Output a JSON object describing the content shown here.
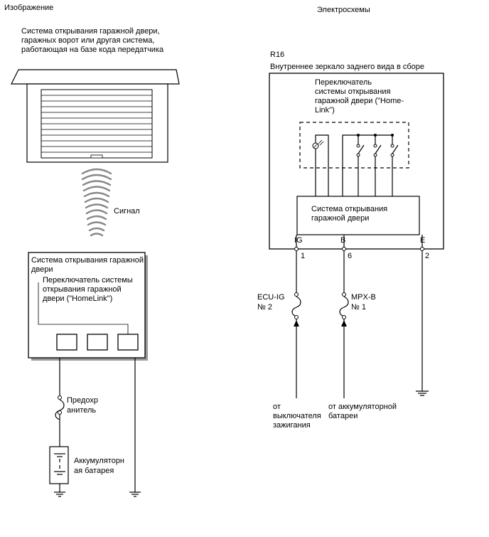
{
  "left_panel": {
    "section_title": "Изображение",
    "description_lines": [
      "Система открывания гаражной двери,",
      "гаражных ворот или другая система,",
      "работающая на базе кода передатчика"
    ],
    "signal_label": "Сигнал",
    "module_title_lines": [
      "Система открывания гаражной",
      "двери"
    ],
    "switch_label_lines": [
      "Переключатель системы",
      "открывания гаражной",
      "двери (\"HomeLink\")"
    ],
    "fuse_label_lines": [
      "Предохр",
      "анитель"
    ],
    "battery_label_lines": [
      "Аккумуляторн",
      "ая батарея"
    ]
  },
  "right_panel": {
    "section_title": "Электросхемы",
    "connector_code": "R16",
    "component_name": "Внутреннее зеркало заднего вида в сборе",
    "switch_label_lines": [
      "Переключатель",
      "системы открывания",
      "гаражной двери (\"Home-",
      "Link\")"
    ],
    "module_label_lines": [
      "Система открывания",
      "гаражной двери"
    ],
    "terminals": [
      {
        "name": "IG",
        "pin": "1"
      },
      {
        "name": "B",
        "pin": "6"
      },
      {
        "name": "E",
        "pin": "2"
      }
    ],
    "fuses": [
      {
        "label_lines": [
          "ECU-IG",
          "№ 2"
        ]
      },
      {
        "label_lines": [
          "MPX-B",
          "№ 1"
        ]
      }
    ],
    "sources": [
      {
        "label_lines": [
          "от",
          "выключателя",
          "зажигания"
        ]
      },
      {
        "label_lines": [
          "от аккумуляторной",
          "батареи"
        ]
      }
    ]
  }
}
